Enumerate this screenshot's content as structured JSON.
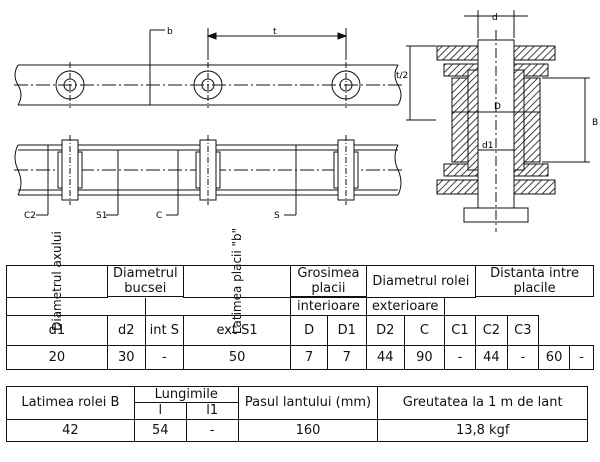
{
  "drawing_labels": {
    "b_top": "b",
    "t": "t",
    "c2": "C2",
    "s1": "S1",
    "c": "C",
    "s": "S",
    "d": "d",
    "t_half": "t/2",
    "big_d": "D",
    "big_b": "B",
    "d1": "d1"
  },
  "table1": {
    "diametrul_axului": "Diametrul axului",
    "diametrul_bucsei": "Diametrul bucsei",
    "latimea_placii": "Latimea placii \"b\"",
    "grosimea_placii": "Grosimea placii",
    "diametrul_rolei": "Diametrul rolei",
    "distanta": "Distanta intre placile",
    "interioare": "interioare",
    "exterioare": "exterioare",
    "sub": [
      "d1",
      "d2",
      "int S",
      "ext S1",
      "D",
      "D1",
      "D2",
      "C",
      "C1",
      "C2",
      "C3"
    ],
    "values": [
      "20",
      "30",
      "-",
      "50",
      "7",
      "7",
      "44",
      "90",
      "-",
      "44",
      "-",
      "60",
      "-"
    ]
  },
  "table2": {
    "latimea_rolei": "Latimea rolei B",
    "lungimile": "Lungimile",
    "l1": "l",
    "l2": "l1",
    "pasul": "Pasul lantului (mm)",
    "greutatea": "Greutatea la 1 m de lant",
    "values": [
      "42",
      "54",
      "-",
      "160",
      "13,8 kgf"
    ]
  }
}
